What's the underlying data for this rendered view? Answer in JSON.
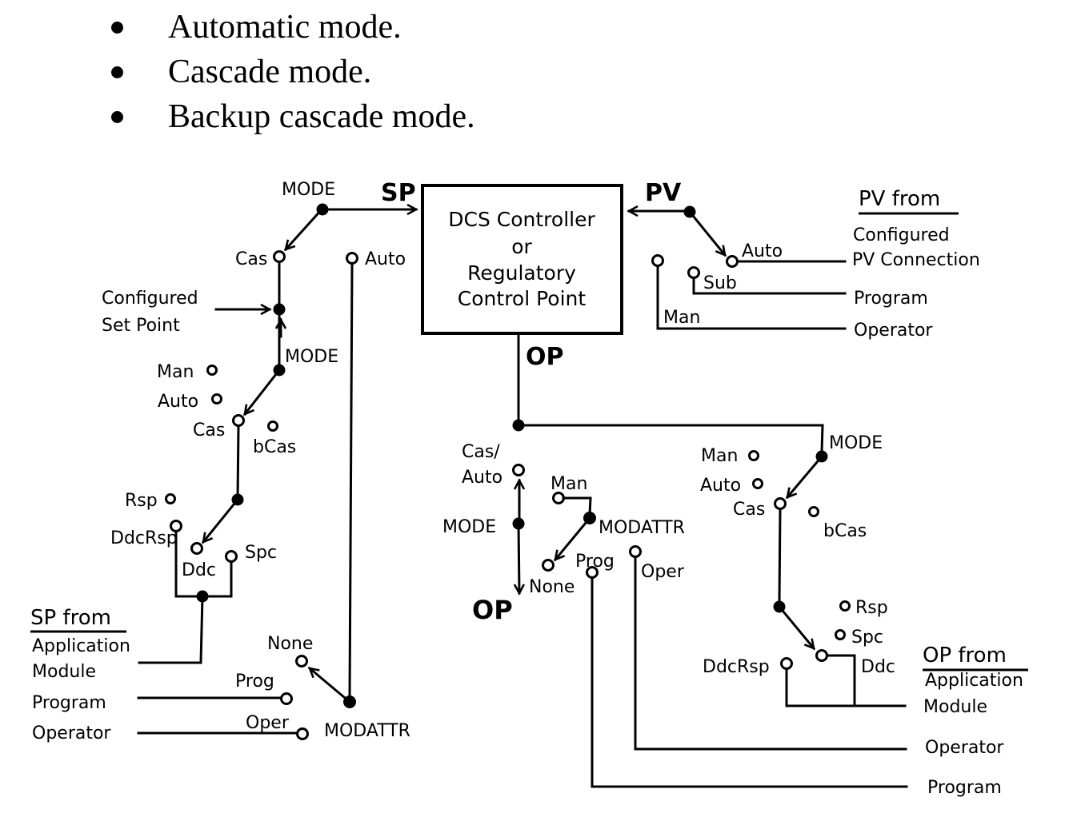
{
  "bullets": [
    "Automatic mode.",
    "Cascade mode.",
    "Backup cascade mode."
  ],
  "controller": {
    "lines": [
      "DCS Controller",
      "or",
      "Regulatory",
      "Control Point"
    ]
  },
  "signals": {
    "sp": "SP",
    "pv": "PV",
    "op": "OP"
  },
  "labels": {
    "mode": "MODE",
    "modattr": "MODATTR",
    "cas": "Cas",
    "cas_slash": "Cas/",
    "auto": "Auto",
    "man": "Man",
    "sub": "Sub",
    "bcas": "bCas",
    "rsp": "Rsp",
    "ddcrsp": "DdcRsp",
    "ddc": "Ddc",
    "spc": "Spc",
    "none": "None",
    "prog": "Prog",
    "oper": "Oper",
    "configured": "Configured",
    "set_point": "Set Point"
  },
  "sections": {
    "sp_from": {
      "title": "SP from",
      "rows": [
        "Application",
        "Module",
        "Program",
        "Operator"
      ]
    },
    "pv_from": {
      "title": "PV from",
      "rows": [
        "Configured",
        "PV Connection",
        "Program",
        "Operator"
      ]
    },
    "op_from": {
      "title": "OP from",
      "rows": [
        "Application",
        "Module",
        "Operator",
        "Program"
      ]
    }
  },
  "colors": {
    "ink": "#000000",
    "background": "#ffffff"
  }
}
